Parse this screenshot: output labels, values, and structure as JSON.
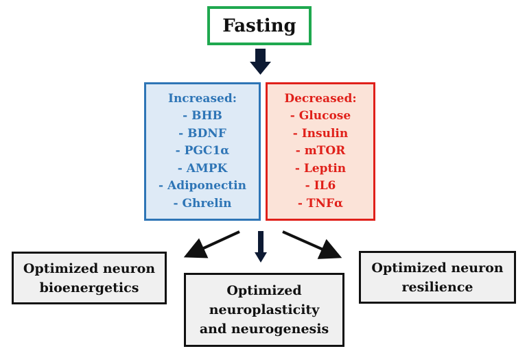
{
  "fasting": {
    "label": "Fasting"
  },
  "increased": {
    "header": "Increased:",
    "items": [
      "- BHB",
      "- BDNF",
      "- PGC1α",
      "- AMPK",
      "- Adiponectin",
      "- Ghrelin"
    ]
  },
  "decreased": {
    "header": "Decreased:",
    "items": [
      "- Glucose",
      "- Insulin",
      "- mTOR",
      "- Leptin",
      "- IL6",
      "- TNFα"
    ]
  },
  "outcomes": {
    "left": {
      "line1": "Optimized neuron",
      "line2": "bioenergetics"
    },
    "center": {
      "line1": "Optimized",
      "line2": "neuroplasticity",
      "line3": "and neurogenesis"
    },
    "right": {
      "line1": "Optimized neuron",
      "line2": "resilience"
    }
  },
  "colors": {
    "fasting_border": "#1fa84f",
    "increased": "#2e75b6",
    "increased_fill": "#deeaf6",
    "decreased": "#e0201a",
    "decreased_fill": "#fbe3d8",
    "outcome_border": "#111111",
    "outcome_fill": "#f0f0f0",
    "arrow_fill": "#0d1a33"
  }
}
